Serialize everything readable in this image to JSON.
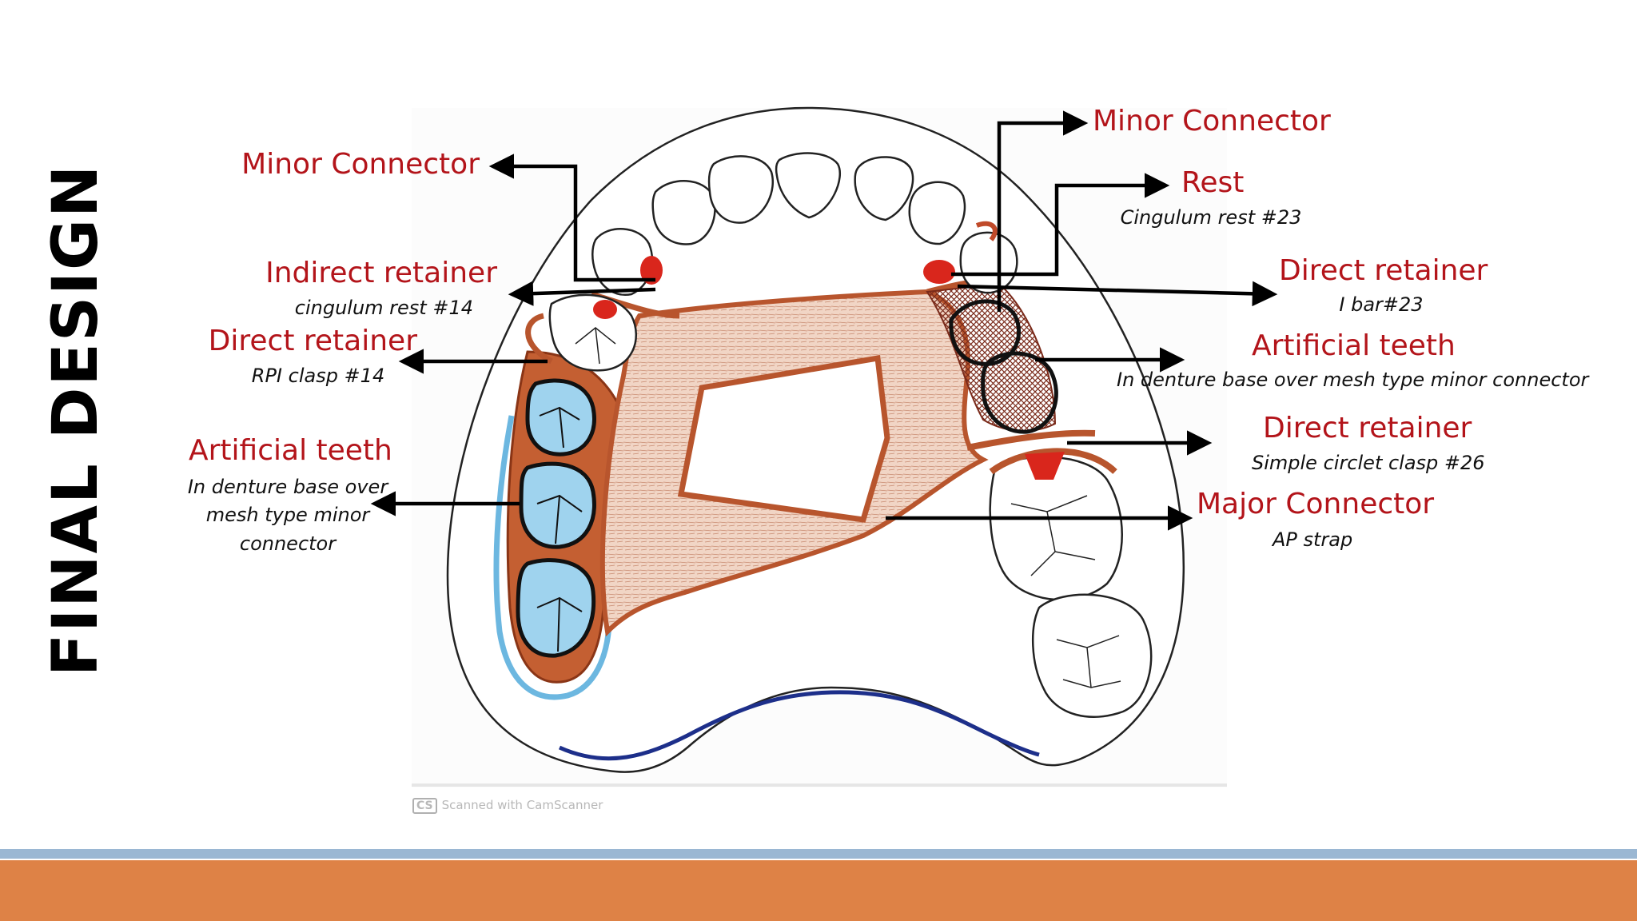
{
  "slide": {
    "title": "FINAL DESIGN",
    "watermark": "Scanned with CamScanner",
    "watermark_logo": "CS",
    "colors": {
      "label_red": "#b3141a",
      "connector_brown": "#b8552d",
      "mesh_blue": "#8fcbe8",
      "footer_blue": "#9ab7d3",
      "footer_orange": "#de8246"
    }
  },
  "annotations": {
    "minor_connector_left": {
      "title": "Minor Connector"
    },
    "indirect_retainer": {
      "title": "Indirect retainer",
      "subtitle": "cingulum rest #14"
    },
    "direct_retainer_left": {
      "title": "Direct retainer",
      "subtitle": "RPI clasp #14"
    },
    "artificial_teeth_left": {
      "title": "Artificial teeth",
      "subtitle_lines": [
        "In denture base over",
        "mesh type minor",
        "connector"
      ]
    },
    "minor_connector_right": {
      "title": "Minor Connector"
    },
    "rest": {
      "title": "Rest",
      "subtitle": "Cingulum rest #23"
    },
    "direct_retainer_i_bar": {
      "title": "Direct retainer",
      "subtitle": "I bar#23"
    },
    "artificial_teeth_right": {
      "title": "Artificial teeth",
      "subtitle": "In denture base over mesh type minor connector"
    },
    "direct_retainer_circlet": {
      "title": "Direct retainer",
      "subtitle": "Simple circlet clasp #26"
    },
    "major_connector": {
      "title": "Major Connector",
      "subtitle": "AP strap"
    }
  }
}
